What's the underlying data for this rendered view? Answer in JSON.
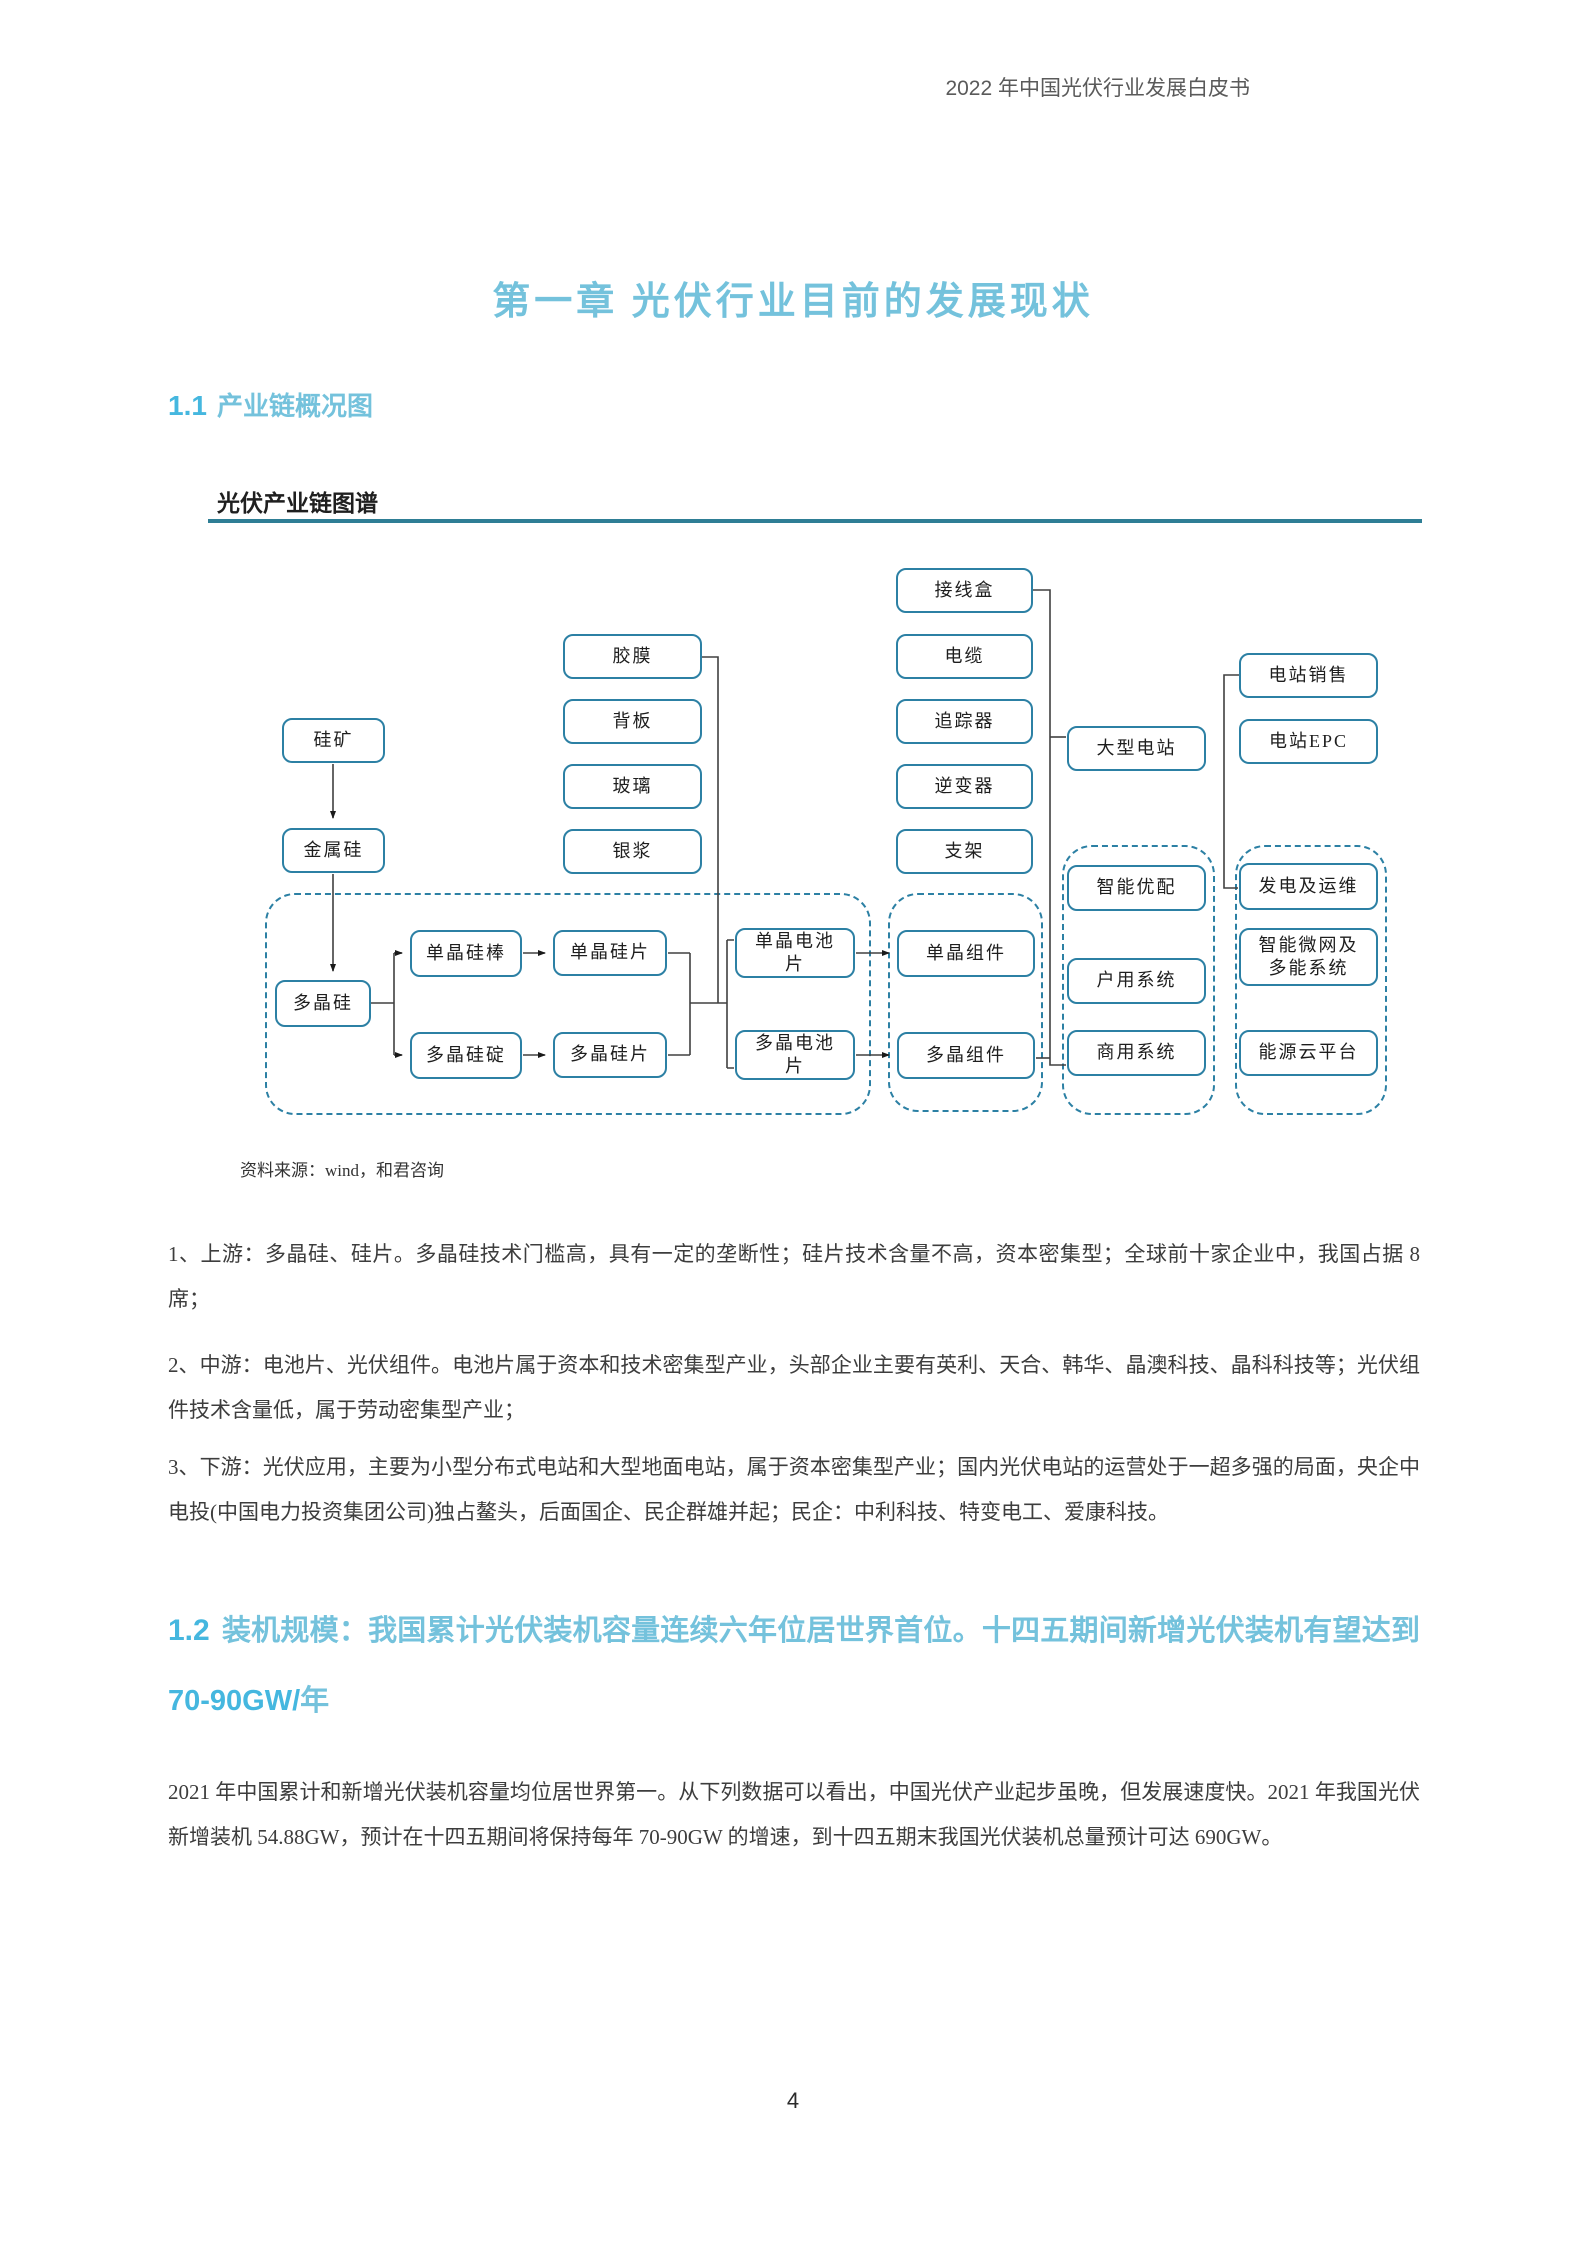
{
  "header": {
    "title": "2022 年中国光伏行业发展白皮书"
  },
  "chapter": {
    "title": "第一章 光伏行业目前的发展现状"
  },
  "section_1_1": {
    "number": "1.1",
    "title": "产业链概况图"
  },
  "figure": {
    "caption": "光伏产业链图谱",
    "source": "资料来源：wind，和君咨询"
  },
  "diagram": {
    "nodes": [
      {
        "id": "silicon-ore",
        "label": "硅矿"
      },
      {
        "id": "metallic-silicon",
        "label": "金属硅"
      },
      {
        "id": "polysilicon",
        "label": "多晶硅"
      },
      {
        "id": "eva-film",
        "label": "胶膜"
      },
      {
        "id": "backsheet",
        "label": "背板"
      },
      {
        "id": "glass",
        "label": "玻璃"
      },
      {
        "id": "silver-paste",
        "label": "银浆"
      },
      {
        "id": "junction-box",
        "label": "接线盒"
      },
      {
        "id": "cable",
        "label": "电缆"
      },
      {
        "id": "tracker",
        "label": "追踪器"
      },
      {
        "id": "inverter",
        "label": "逆变器"
      },
      {
        "id": "mounting-bracket",
        "label": "支架"
      },
      {
        "id": "mono-silicon-rod",
        "label": "单晶硅棒"
      },
      {
        "id": "mono-silicon-wafer",
        "label": "单晶硅片"
      },
      {
        "id": "poly-silicon-ingot",
        "label": "多晶硅碇"
      },
      {
        "id": "poly-silicon-wafer",
        "label": "多晶硅片"
      },
      {
        "id": "mono-cell",
        "label": "单晶电池片"
      },
      {
        "id": "poly-cell",
        "label": "多晶电池片"
      },
      {
        "id": "mono-module",
        "label": "单晶组件"
      },
      {
        "id": "poly-module",
        "label": "多晶组件"
      },
      {
        "id": "large-power-station",
        "label": "大型电站"
      },
      {
        "id": "station-sales",
        "label": "电站销售"
      },
      {
        "id": "station-epc",
        "label": "电站EPC"
      },
      {
        "id": "smart-optimization",
        "label": "智能优配"
      },
      {
        "id": "residential-system",
        "label": "户用系统"
      },
      {
        "id": "commercial-system",
        "label": "商用系统"
      },
      {
        "id": "power-generation-om",
        "label": "发电及运维"
      },
      {
        "id": "smart-microgrid",
        "label": "智能微网及多能系统"
      },
      {
        "id": "energy-cloud-platform",
        "label": "能源云平台"
      }
    ]
  },
  "paragraphs": {
    "p1": "1、上游：多晶硅、硅片。多晶硅技术门槛高，具有一定的垄断性；硅片技术含量不高，资本密集型；全球前十家企业中，我国占据 8 席；",
    "p2": "2、中游：电池片、光伏组件。电池片属于资本和技术密集型产业，头部企业主要有英利、天合、韩华、晶澳科技、晶科科技等；光伏组件技术含量低，属于劳动密集型产业；",
    "p3": "3、下游：光伏应用，主要为小型分布式电站和大型地面电站，属于资本密集型产业；国内光伏电站的运营处于一超多强的局面，央企中电投(中国电力投资集团公司)独占鳌头，后面国企、民企群雄并起；民企：中利科技、特变电工、爱康科技。",
    "p4": "2021 年中国累计和新增光伏装机容量均位居世界第一。从下列数据可以看出，中国光伏产业起步虽晚，但发展速度快。2021 年我国光伏新增装机 54.88GW，预计在十四五期间将保持每年 70-90GW 的增速，到十四五期末我国光伏装机总量预计可达 690GW。"
  },
  "section_1_2": {
    "number": "1.2",
    "title_part1": "装机规模：我国累计光伏装机容量连续六年位居世界首位。十四五期间新增光伏装机有望达到 ",
    "title_part2": "70-90GW/",
    "title_part3": "年"
  },
  "footer": {
    "page_number": "4"
  },
  "colors": {
    "heading_blue": "#74c2dc",
    "number_blue": "#45b7df",
    "rule_teal": "#2e7e95",
    "box_border": "#2c80a4"
  }
}
